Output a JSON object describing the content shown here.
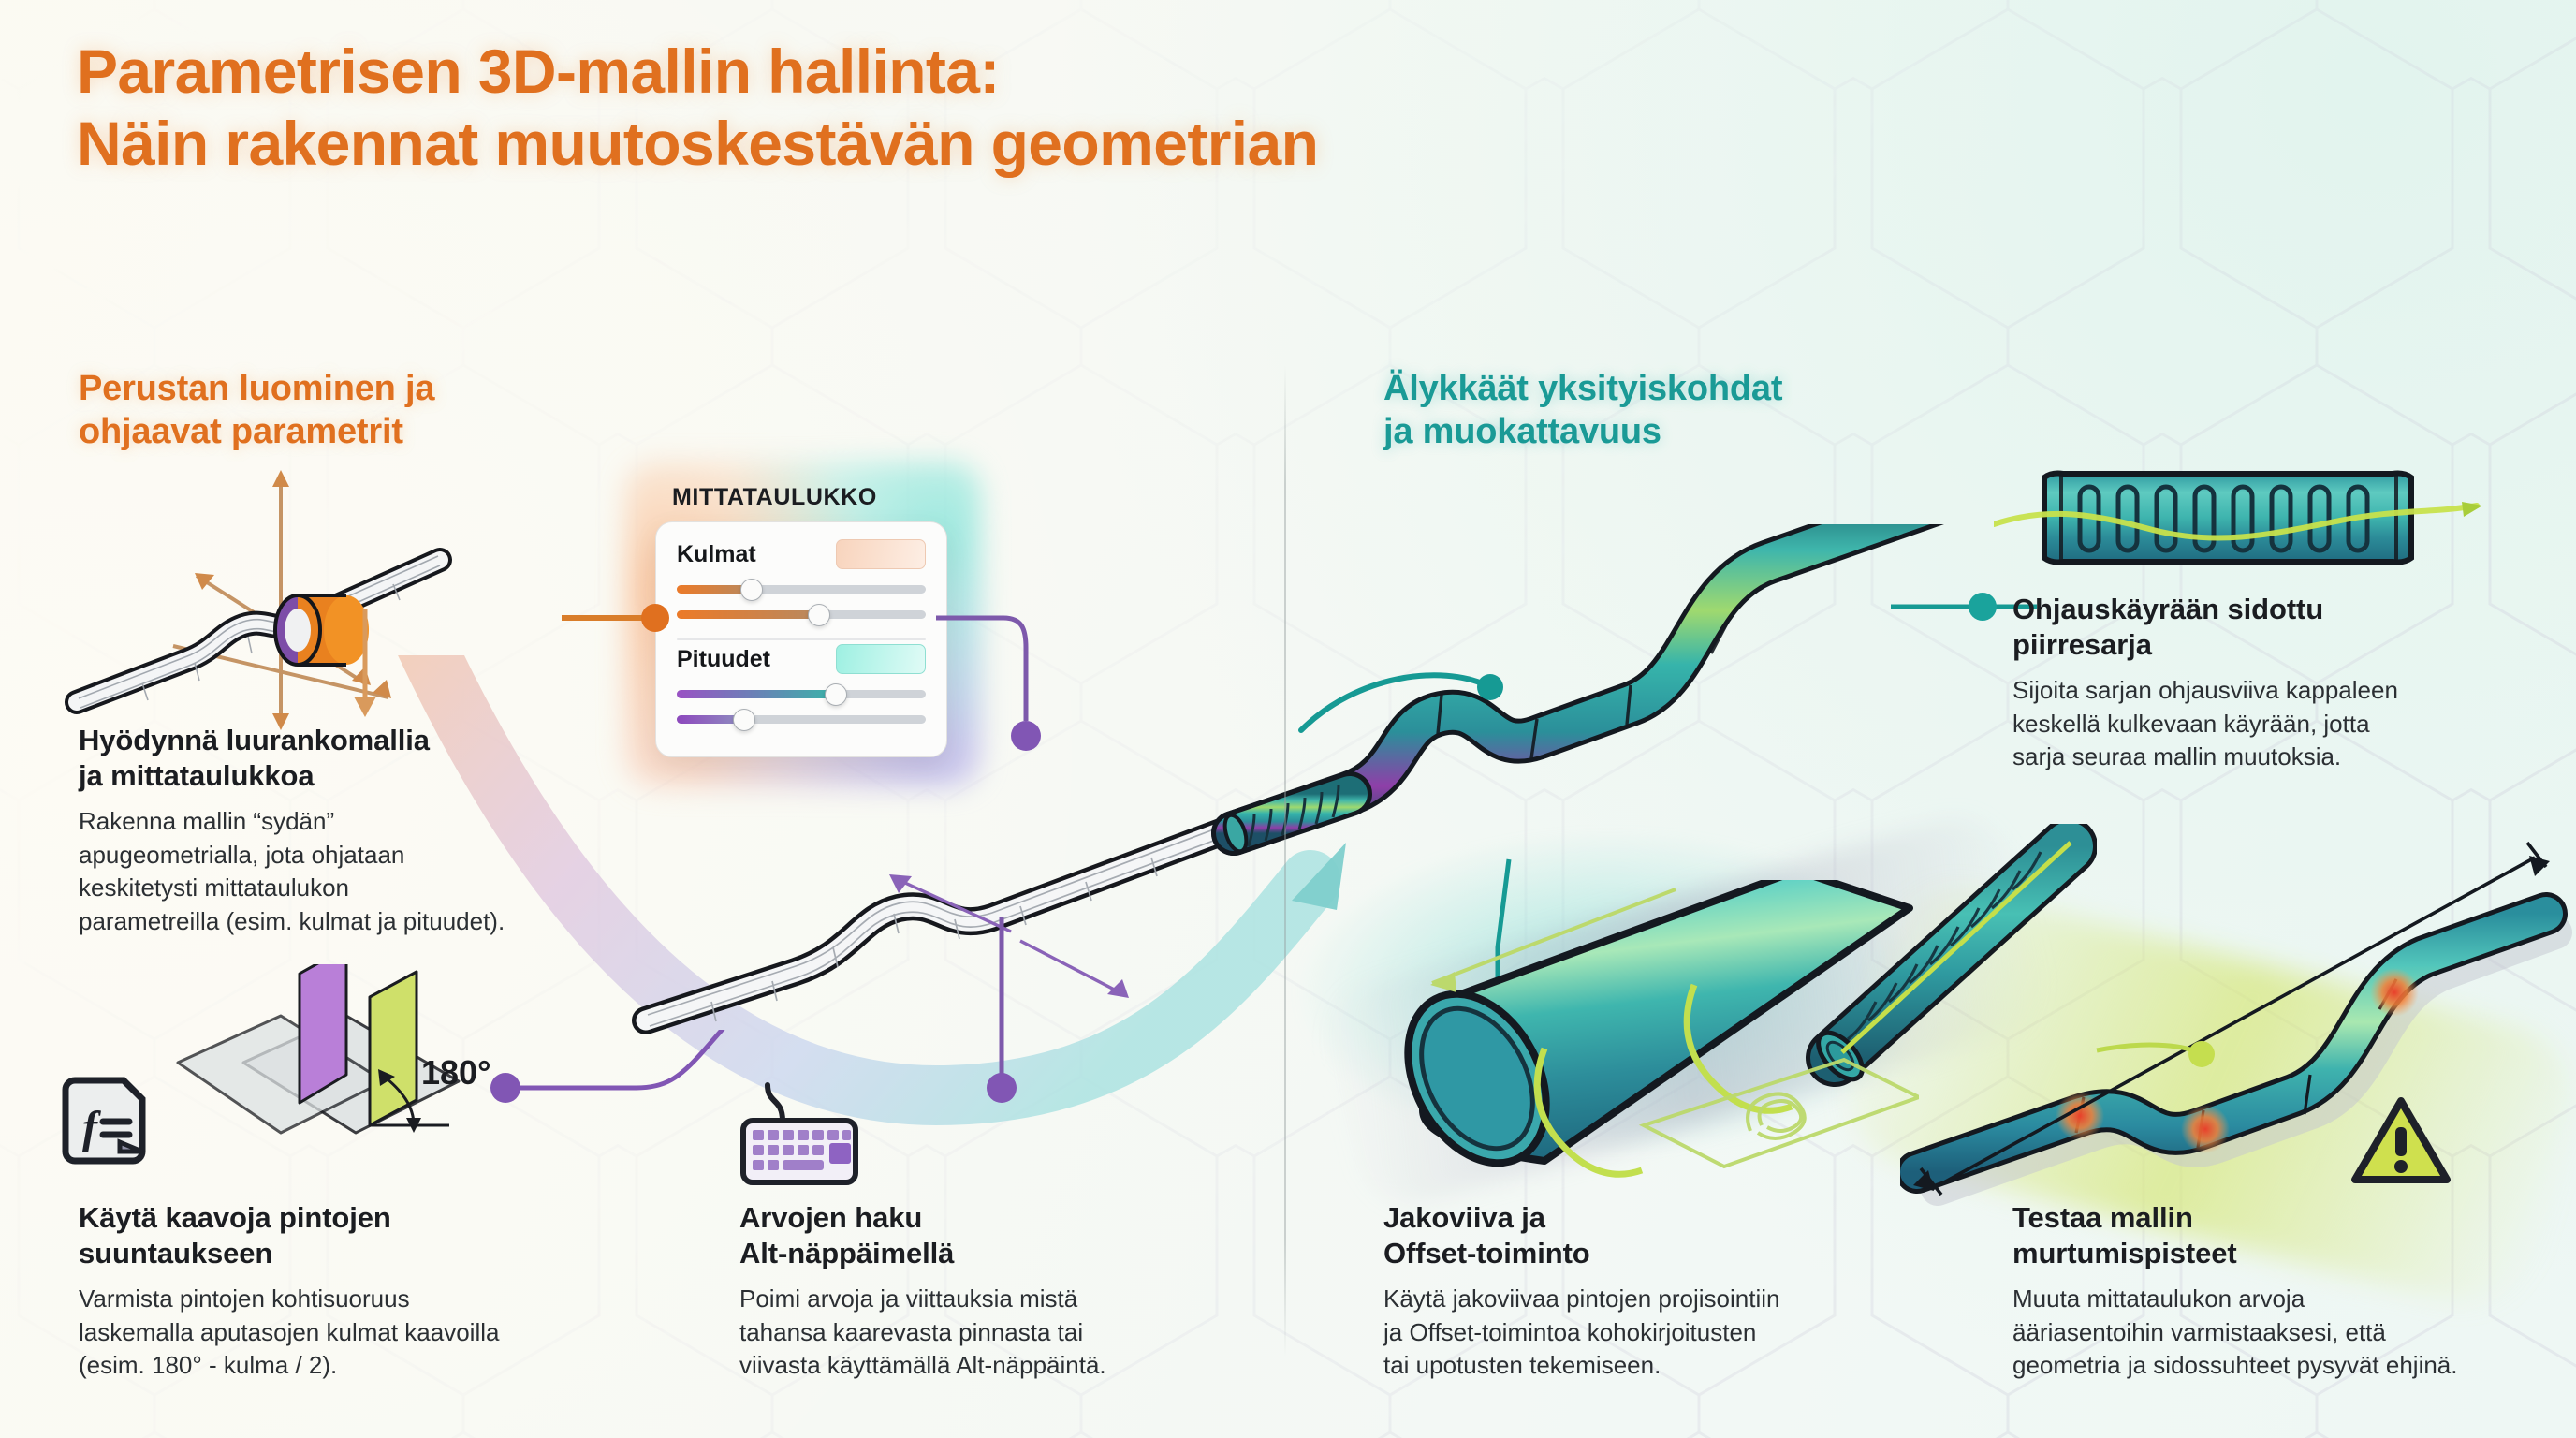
{
  "theme": {
    "accent_orange": "#e0701f",
    "accent_teal": "#1a9a96",
    "ink": "#1b1d21",
    "body_text": "#2b2f33",
    "purple": "#8d48bd",
    "lime": "#b9d442",
    "background": "#f6f8f4"
  },
  "title": {
    "line1": "Parametrisen 3D-mallin hallinta:",
    "line2": "Näin rakennat muutoskestävän geometrian"
  },
  "columns": {
    "left_heading": "Perustan luominen ja\nohjaavat parametrit",
    "right_heading": "Älykkäät yksityiskohdat\nja muokattavuus"
  },
  "panel": {
    "label": "MITTATAULUKKO",
    "rows": [
      {
        "name": "Kulmat",
        "swatch": "warm",
        "sliders": [
          {
            "fill": "fill-orange",
            "value_pct": 30
          },
          {
            "fill": "fill-orange",
            "value_pct": 57
          }
        ]
      },
      {
        "name": "Pituudet",
        "swatch": "cool",
        "sliders": [
          {
            "fill": "fill-purple-teal",
            "value_pct": 64
          },
          {
            "fill": "fill-purple",
            "value_pct": 27
          }
        ]
      }
    ]
  },
  "annotations": {
    "angle_value": "180°"
  },
  "cards": {
    "skeleton": {
      "title": "Hyödynnä luurankomallia\nja mittataulukkoa",
      "body": "Rakenna mallin “sydän”\napugeometrialla, jota ohjataan\nkeskitetysti mittataulukon\nparametreilla (esim. kulmat ja pituudet)."
    },
    "formula": {
      "title": "Käytä kaavoja pintojen\nsuuntaukseen",
      "body": "Varmista pintojen kohtisuoruus\nlaskemalla aputasojen kulmat kaavoilla\n(esim. 180° - kulma / 2)."
    },
    "altkey": {
      "title": "Arvojen haku\nAlt-näppäimellä",
      "body": "Poimi arvoja ja viittauksia mistä\ntahansa kaarevasta pinnasta tai\nviivasta käyttämällä Alt-näppäintä."
    },
    "guide": {
      "title": "Ohjauskäyrään sidottu\npiirresarja",
      "body": "Sijoita sarjan ohjausviiva kappaleen\nkeskellä kulkevaan käyrään, jotta\nsarja seuraa mallin muutoksia."
    },
    "offset": {
      "title": "Jakoviiva ja\nOffset-toiminto",
      "body": "Käytä jakoviivaa pintojen projisointiin\nja Offset-toimintoa kohokirjoitusten\ntai upotusten tekemiseen."
    },
    "breakpoints": {
      "title": "Testaa mallin\nmurtumispisteet",
      "body": "Muuta mittataulukon arvoja\nääriasentoihin varmistaaksesi, että\ngeometria ja sidossuhteet pysyvät ehjinä."
    }
  },
  "icons": {
    "formula": "formula-note-icon",
    "keyboard": "keyboard-icon",
    "warning": "warning-triangle-icon"
  }
}
